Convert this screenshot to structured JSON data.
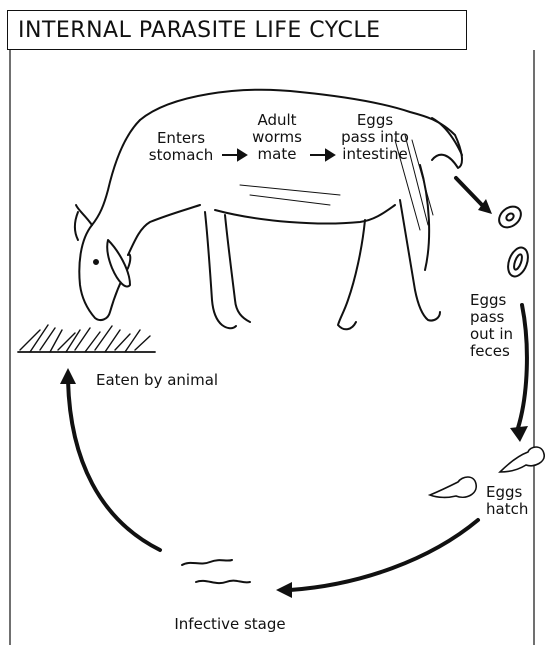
{
  "title": "INTERNAL PARASITE LIFE CYCLE",
  "steps": {
    "enters_stomach": [
      "Enters",
      "stomach"
    ],
    "adult_worms_mate": [
      "Adult",
      "worms",
      "mate"
    ],
    "eggs_pass_into_intestine": [
      "Eggs",
      "pass into",
      "intestine"
    ],
    "eggs_pass_out_in_feces": [
      "Eggs",
      "pass",
      "out in",
      "feces"
    ],
    "eggs_hatch": [
      "Eggs",
      "hatch"
    ],
    "infective_stage": "Infective stage",
    "eaten_by_animal": "Eaten by animal"
  },
  "colors": {
    "ink": "#111111",
    "background": "#ffffff"
  }
}
